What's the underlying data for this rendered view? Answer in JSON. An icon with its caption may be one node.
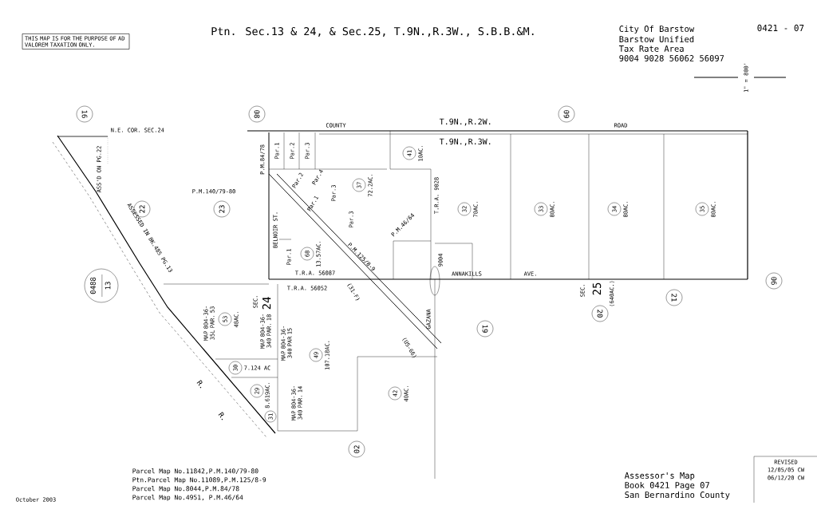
{
  "diagram": {
    "title": "Ptn. Sec.13 & 24, & Sec.25, T.9N.,R.3W., S.B.B.&M.",
    "nodes": [
      {
        "text": [
          "THIS MAP IS FOR THE PURPOSE OF AD VALOREM TAXATION ONLY."
        ]
      },
      {
        "text": [
          "16"
        ]
      },
      {
        "text": [
          "08"
        ]
      },
      {
        "text": [
          "09"
        ]
      },
      {
        "text": [
          "22"
        ]
      },
      {
        "text": [
          "23"
        ]
      },
      {
        "text": [
          "0488",
          "13"
        ]
      },
      {
        "text": [
          "41"
        ],
        "beside": [
          "10AC."
        ]
      },
      {
        "text": [
          "37"
        ],
        "beside": [
          "72.2AC."
        ]
      },
      {
        "text": [
          "32"
        ],
        "beside": [
          "70AC."
        ]
      },
      {
        "text": [
          "33"
        ],
        "beside": [
          "80AC."
        ]
      },
      {
        "text": [
          "34"
        ],
        "beside": [
          "80AC."
        ]
      },
      {
        "text": [
          "35"
        ],
        "beside": [
          "80AC."
        ]
      },
      {
        "text": [
          "68"
        ],
        "beside": [
          "13.57AC."
        ]
      },
      {
        "text": [
          "53"
        ],
        "beside": [
          "48AC."
        ]
      },
      {
        "text": [
          "49"
        ],
        "beside": [
          "107.18AC."
        ]
      },
      {
        "text": [
          "30"
        ],
        "beside": [
          "7.124 AC"
        ]
      },
      {
        "text": [
          "29"
        ],
        "beside": [
          "8.619AC."
        ]
      },
      {
        "text": [
          "31"
        ]
      },
      {
        "text": [
          "42"
        ],
        "beside": [
          "40AC."
        ]
      },
      {
        "text": [
          "06"
        ]
      },
      {
        "text": [
          "21"
        ]
      },
      {
        "text": [
          "20"
        ]
      },
      {
        "text": [
          "19"
        ]
      },
      {
        "text": [
          "02"
        ]
      }
    ],
    "labels": [
      "City Of Barstow",
      "Barstow Unified",
      "Tax Rate Area",
      "9004 9028 56062 56097",
      "0421 - 07",
      "1\" = 800'",
      "N.E. COR. SEC.24",
      "ASS'D ON PG.22",
      "ASSESSED IN BK.485 PG.13",
      "R.",
      "R.",
      "T.9N.,R.2W.",
      "T.9N.,R.3W.",
      "COUNTY",
      "ROAD",
      "P.M.84/78",
      "P.M.140/79-80",
      "P.M.125/8-9",
      "P.M.46/64",
      "Par.1",
      "Par.2",
      "Par.3",
      "Par.3",
      "Par.2",
      "Par.4",
      "Par.1",
      "Par.3",
      "Par.1",
      "BELNOIR ST.",
      "T.R.A. 56087",
      "T.R.A. 56052",
      "T.R.A. 9028",
      "9004",
      "SEC.",
      "24",
      "(31-F)",
      "(US-66)",
      "GAZANA",
      "ANNAKILLS",
      "AVE.",
      "SEC.",
      "25",
      "(640AC.)",
      "MAP 804-36-35L PAR. 53",
      "MAP 804-36-340 PAR. 18",
      "MAP 804-36-340 PAR 15",
      "MAP 804-36-340 PAR. 14",
      "Parcel Map No.11842,P.M.140/79-80",
      "Ptn.Parcel Map No.11089,P.M.125/8-9",
      "Parcel Map No.8044,P.M.84/78",
      "October 2003",
      "Parcel Map No.4951, P.M.46/64",
      "Assessor's Map",
      "Book 0421 Page 07",
      "San Bernardino County",
      "REVISED",
      "12/05/05 CW",
      "06/12/20 CW"
    ]
  }
}
